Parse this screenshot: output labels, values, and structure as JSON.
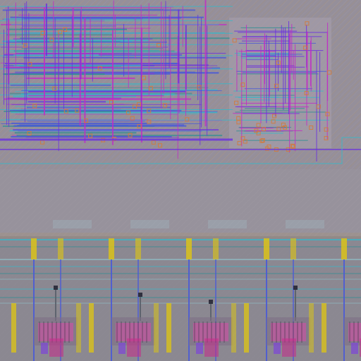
{
  "app": {
    "view": "ic-layout-canvas",
    "visible_text": []
  },
  "layers": {
    "substrate": "#8f8a93",
    "hatch_orange": "#c7913a",
    "hatch_light": "#b6b2b8",
    "metal_cyan": "#38b7c8",
    "metal_teal": "#2f8f93",
    "metal_magenta": "#c12bc6",
    "metal_purple": "#6a2fe0",
    "metal_blue": "#4b5bd6",
    "via_dark": "#2b2b3a",
    "contact_yellow": "#d9c21a",
    "diffusion_pink": "#d84aa8"
  },
  "regions": [
    {
      "name": "routing-region-top",
      "role": "dense-interconnect"
    },
    {
      "name": "spacer-band-middle",
      "role": "empty-band"
    },
    {
      "name": "cell-row-bottom",
      "role": "standard-cells"
    }
  ],
  "bottom_row": {
    "cell_count": 5,
    "cell_names": [
      "cell-1",
      "cell-2",
      "cell-3",
      "cell-4",
      "cell-5"
    ]
  }
}
